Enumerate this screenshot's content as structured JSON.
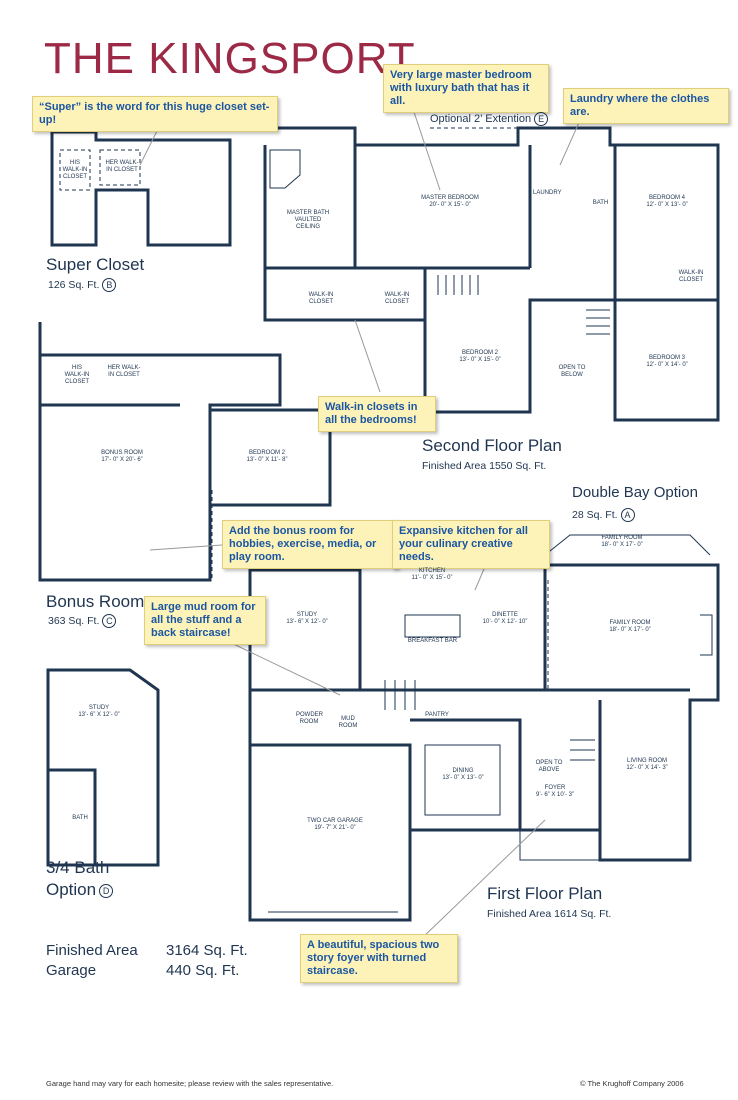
{
  "title": "THE KINGSPORT",
  "callouts": {
    "super_closet": "“Super” is the word for this huge closet set-up!",
    "master": "Very large master bedroom with luxury bath that has it all.",
    "laundry": "Laundry where the clothes are.",
    "walkin": "Walk-in closets in all the bedrooms!",
    "bonus": "Add the bonus room for hobbies, exercise, media, or play room.",
    "kitchen": "Expansive kitchen for all your culinary creative needs.",
    "mudroom": "Large mud room for all the stuff and a back staircase!",
    "foyer": "A beautiful, spacious two story foyer with turned staircase."
  },
  "options": {
    "super_closet": {
      "name": "Super Closet",
      "area": "126 Sq. Ft.",
      "badge": "B"
    },
    "bonus_room": {
      "name": "Bonus Room",
      "area": "363 Sq. Ft.",
      "badge": "C"
    },
    "bath": {
      "name": "3/4 Bath",
      "name2": "Option",
      "badge": "D"
    },
    "double_bay": {
      "name": "Double Bay Option",
      "area": "28 Sq. Ft.",
      "badge": "A"
    },
    "extension": {
      "name": "Optional 2’ Extention",
      "badge": "E"
    }
  },
  "second_floor": {
    "name": "Second Floor Plan",
    "area": "Finished Area  1550 Sq. Ft."
  },
  "first_floor": {
    "name": "First Floor Plan",
    "area": "Finished Area  1614 Sq. Ft."
  },
  "totals": {
    "finished_label": "Finished Area",
    "finished_value": "3164 Sq. Ft.",
    "garage_label": "Garage",
    "garage_value": "440 Sq. Ft."
  },
  "rooms": {
    "master_bedroom": "MASTER BEDROOM",
    "master_bedroom_dim": "20’- 0” X 15’- 0”",
    "master_bath": "MASTER BATH",
    "vaulted": "VAULTED CEILING",
    "bedroom4": "BEDROOM 4",
    "bedroom4_dim": "12’- 0” X 13’- 0”",
    "bedroom2": "BEDROOM 2",
    "bedroom2_dim": "13’- 0” X 15’- 0”",
    "bedroom3": "BEDROOM 3",
    "bedroom3_dim": "12’- 0” X 14’- 0”",
    "open_below": "OPEN TO BELOW",
    "bonus": "BONUS ROOM",
    "bonus_dim": "17’- 0” X 20’- 6”",
    "bonus_bed2": "BEDROOM 2",
    "bonus_bed2_dim": "13’- 0” X 11’- 8”",
    "family": "FAMILY ROOM",
    "family_dim": "18’- 0” X 17’- 0”",
    "kitchen": "KITCHEN",
    "kitchen_dim": "11’- 0” X 15’- 0”",
    "dinette": "DINETTE",
    "dinette_dim": "10’- 0” X 12’- 10”",
    "study": "STUDY",
    "study_dim": "13’- 6” X 12’- 0”",
    "dining": "DINING",
    "dining_dim": "13’- 0” X 13’- 0”",
    "foyer": "FOYER",
    "foyer_dim": "9’- 6” X 10’- 3”",
    "living": "LIVING ROOM",
    "living_dim": "12’- 0” X 14’- 3”",
    "garage": "TWO CAR GARAGE",
    "garage_dim": "19’- 7” X 21’- 0”",
    "mud": "MUD ROOM",
    "powder": "POWDER ROOM",
    "study_opt": "STUDY",
    "study_opt_dim": "13’- 6” X 12’- 0”",
    "walkin_closet": "WALK-IN CLOSET",
    "his_closet": "HIS WALK-IN CLOSET",
    "her_closet": "HER WALK-IN CLOSET",
    "bath": "BATH",
    "laundry": "LAUNDRY",
    "pantry": "PANTRY",
    "breakfast_bar": "BREAKFAST BAR",
    "open_above": "OPEN TO ABOVE"
  },
  "footer": {
    "note": "Garage hand may vary for each homesite; please review with the sales representative.",
    "copyright": "© The Krughoff Company 2006"
  }
}
